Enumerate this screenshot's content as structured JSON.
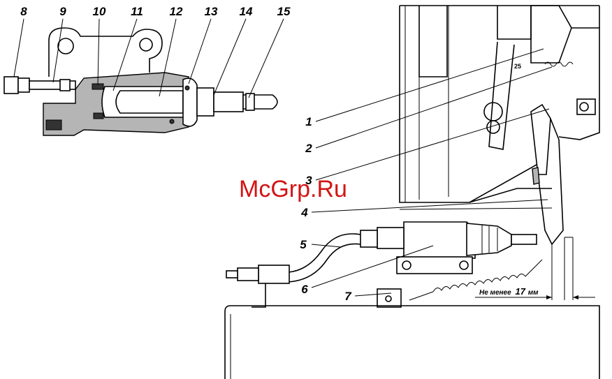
{
  "detail_callouts": [
    {
      "id": "c8",
      "label": "8"
    },
    {
      "id": "c9",
      "label": "9"
    },
    {
      "id": "c10",
      "label": "10"
    },
    {
      "id": "c11",
      "label": "11"
    },
    {
      "id": "c12",
      "label": "12"
    },
    {
      "id": "c13",
      "label": "13"
    },
    {
      "id": "c14",
      "label": "14"
    },
    {
      "id": "c15",
      "label": "15"
    }
  ],
  "main_callouts": [
    {
      "id": "c1",
      "label": "1"
    },
    {
      "id": "c2",
      "label": "2"
    },
    {
      "id": "c3",
      "label": "3"
    },
    {
      "id": "c4",
      "label": "4"
    },
    {
      "id": "c5",
      "label": "5"
    },
    {
      "id": "c6",
      "label": "6"
    },
    {
      "id": "c7",
      "label": "7"
    }
  ],
  "dimension_note": {
    "prefix": "Не менее",
    "value": "17",
    "unit": "мм"
  },
  "scale_mark": "25",
  "watermark": "McGrp.Ru"
}
